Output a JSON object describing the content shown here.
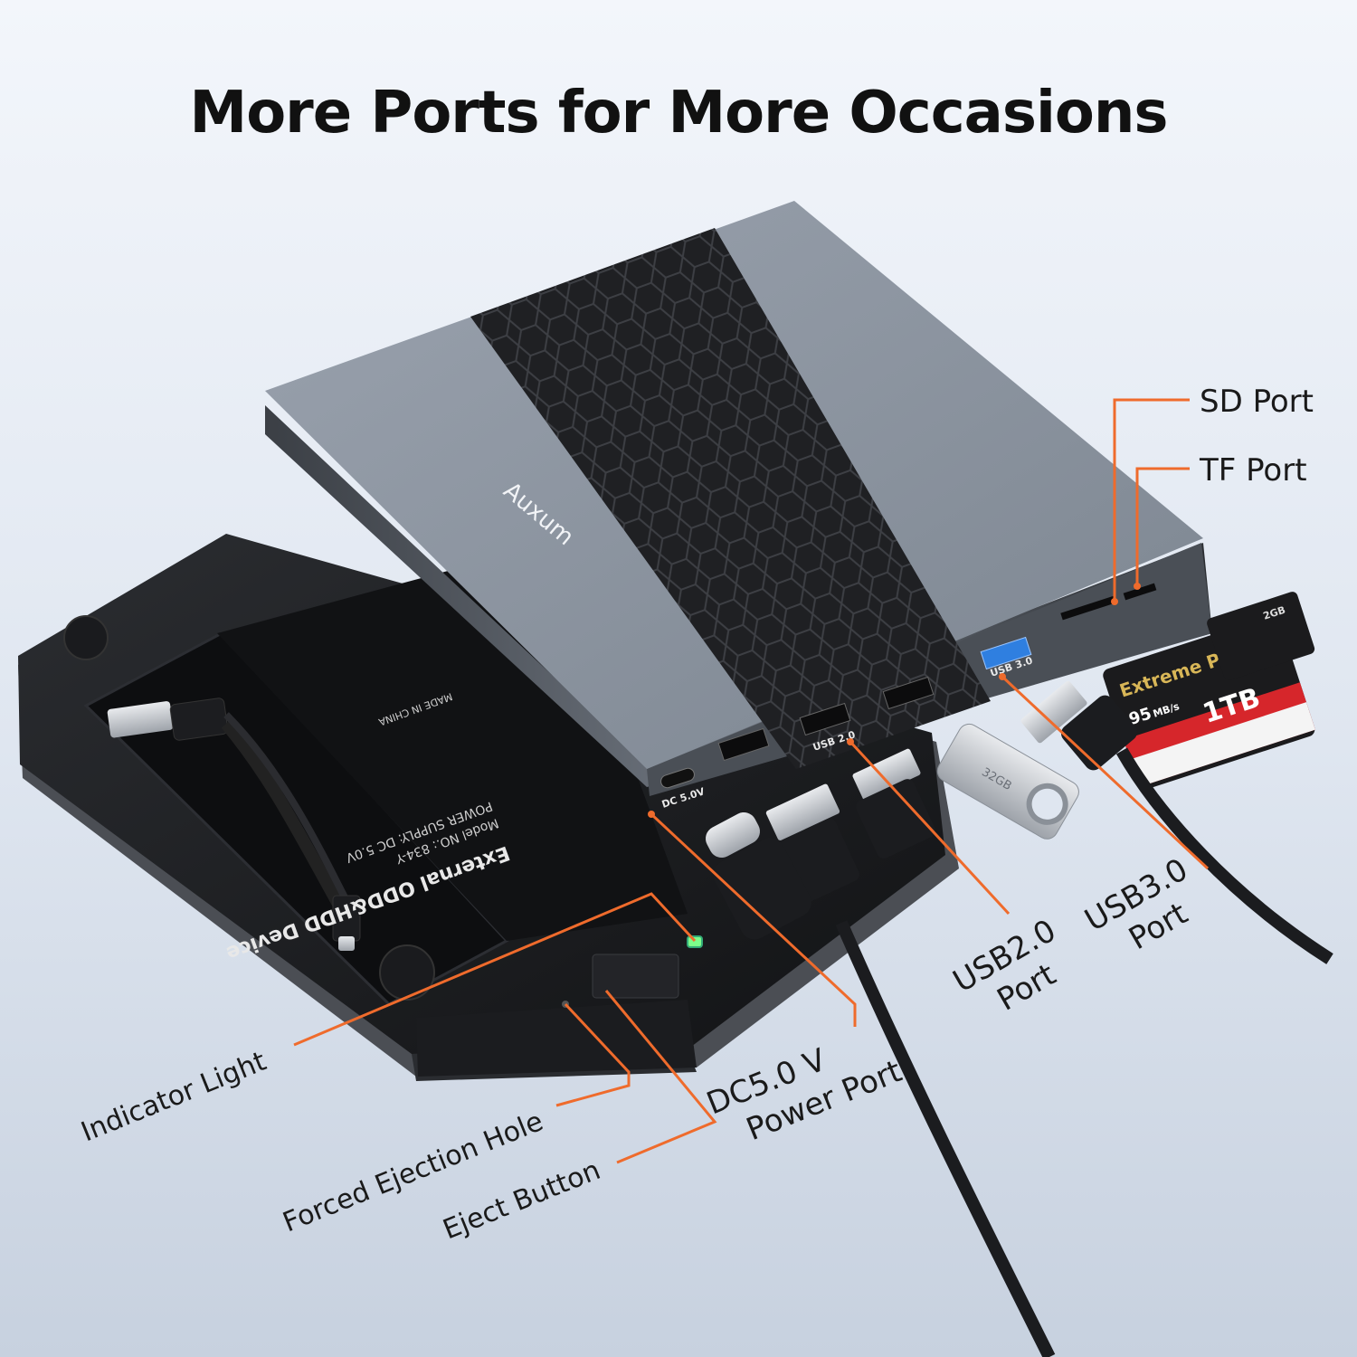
{
  "headline": "More Ports for More Occasions",
  "brand": "Auxum",
  "device": {
    "label_title": "External ODD&HDD Device",
    "model": "Model NO.: 834-Y",
    "power_supply": "POWER SUPPLY: DC 5.0V",
    "made_in": "MADE IN CHINA"
  },
  "port_labels": {
    "dc": "DC 5.0V",
    "usb3": "USB 3.0",
    "usb2": "USB 2.0"
  },
  "callouts": {
    "sd_port": "SD Port",
    "tf_port": "TF Port",
    "usb3_port_line1": "USB3.0",
    "usb3_port_line2": "Port",
    "usb2_port_line1": "USB2.0",
    "usb2_port_line2": "Port",
    "dc_port_line1": "DC5.0 V",
    "dc_port_line2": "Power Port",
    "indicator_light": "Indicator Light",
    "forced_ejection_hole": "Forced Ejection Hole",
    "eject_button": "Eject Button"
  },
  "sd_card": {
    "brand_line": "Extreme PRO",
    "speed": "95",
    "speed_unit": "MB/s",
    "capacity": "1TB"
  },
  "microsd": {
    "capacity": "2GB"
  },
  "flash_drive": {
    "capacity": "32GB"
  },
  "colors": {
    "accent": "#ef6b2c",
    "usb3_blue": "#2f7fe0"
  }
}
